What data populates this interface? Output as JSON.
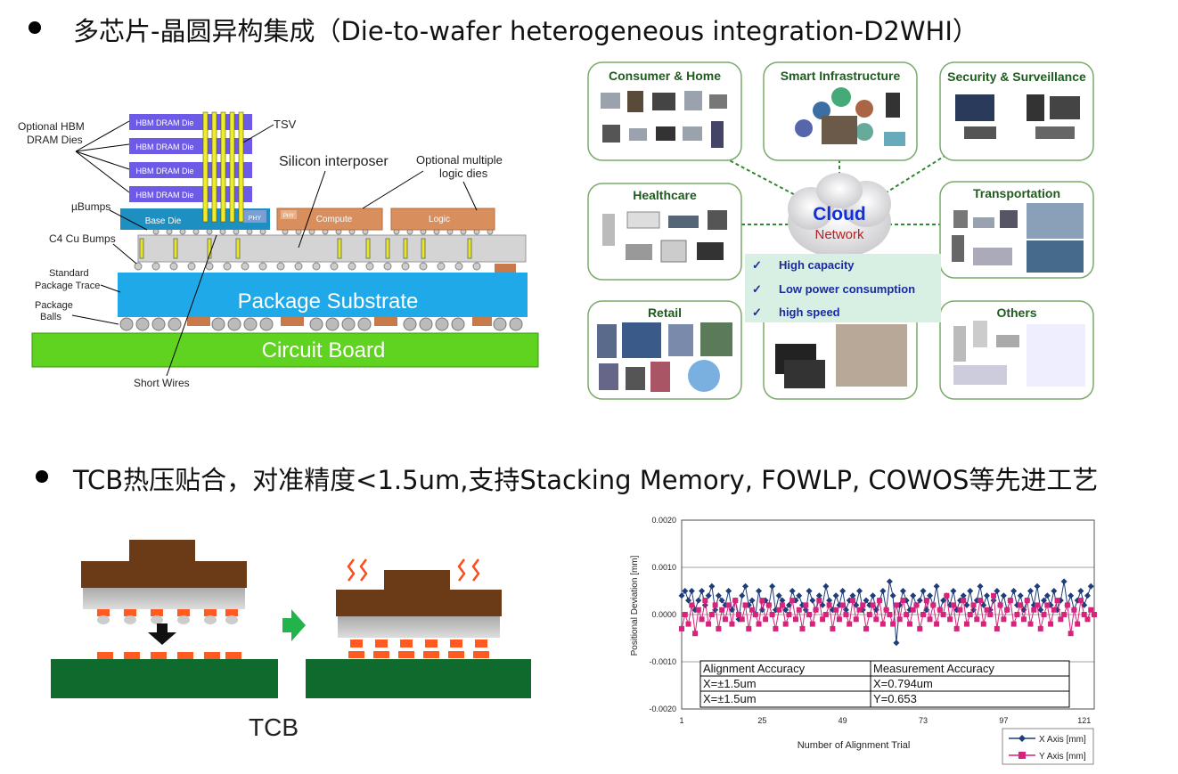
{
  "heading1": "多芯片-晶圆异构集成（Die-to-wafer heterogeneous integration-D2WHI）",
  "heading2": "TCB热压贴合，对准精度<1.5um,支持Stacking Memory, FOWLP, COWOS等先进工艺",
  "package_diagram": {
    "labels": {
      "hbm_optional": [
        "Optional HBM",
        "DRAM Dies"
      ],
      "tsv": "TSV",
      "silicon_interposer": "Silicon interposer",
      "logic_optional": [
        "Optional multiple",
        "logic dies"
      ],
      "ubumps": "µBumps",
      "c4": "C4 Cu Bumps",
      "trace": [
        "Standard",
        "Package Trace"
      ],
      "balls": [
        "Package",
        "Balls"
      ],
      "short_wires": "Short Wires"
    },
    "hbm_die": "HBM DRAM Die",
    "base_die": "Base Die",
    "phy": "PHY",
    "compute": "Compute",
    "logic": "Logic",
    "substrate": "Package Substrate",
    "board": "Circuit Board"
  },
  "apps": {
    "cloud": "Cloud",
    "network": "Network",
    "boxes": [
      "Consumer & Home",
      "Smart Infrastructure",
      "Security & Surveillance",
      "Healthcare",
      "Transportation",
      "Retail",
      "Others"
    ],
    "features": [
      "High capacity",
      "Low power consumption",
      "high speed"
    ]
  },
  "tcb": {
    "label": "TCB"
  },
  "chart_data": {
    "type": "line",
    "xlabel": "Number of  Alignment Trial",
    "ylabel": "Positional Deviation [mm]",
    "xticks": [
      "1",
      "25",
      "49",
      "73",
      "97",
      "121"
    ],
    "yticks": [
      "0.0020",
      "0.0010",
      "0.0000",
      "-0.0010",
      "-0.0020"
    ],
    "xlim": [
      1,
      124
    ],
    "ylim": [
      -0.002,
      0.002
    ],
    "series": [
      {
        "name": "X Axis [mm]",
        "color": "#1f3d7a",
        "values": [
          0.0004,
          0.0005,
          0.0003,
          0.0005,
          0.0001,
          0.0003,
          0.0005,
          0.0002,
          0.0004,
          0.0006,
          0.0001,
          0.0004,
          0.0003,
          0.0002,
          0.0005,
          0.0001,
          0.0003,
          -0.0001,
          0.0004,
          0.0006,
          0.0002,
          0.0003,
          0.0,
          0.0005,
          0.0001,
          0.0003,
          0.0002,
          0.0006,
          0.0001,
          0.0004,
          0.0003,
          0.0001,
          0.0002,
          0.0005,
          0.0003,
          0.0004,
          0.0002,
          0.0001,
          0.0005,
          0.0003,
          0.0001,
          0.0004,
          0.0002,
          0.0006,
          0.0003,
          0.0001,
          0.0004,
          0.0002,
          0.0005,
          0.0001,
          0.0003,
          0.0004,
          0.0002,
          0.0005,
          0.0001,
          0.0003,
          0.0002,
          0.0004,
          0.0001,
          0.0003,
          0.0005,
          0.0001,
          0.0007,
          0.0004,
          -0.0006,
          0.0002,
          0.0005,
          0.0003,
          0.0001,
          0.0004,
          0.0002,
          0.0003,
          0.0005,
          0.0001,
          0.0004,
          0.0002,
          0.0006,
          0.0001,
          0.0003,
          0.0004,
          0.0002,
          0.0005,
          0.0001,
          0.0003,
          0.0004,
          0.0002,
          0.0005,
          0.0001,
          0.0003,
          0.0006,
          0.0002,
          0.0004,
          0.0001,
          0.0003,
          0.0005,
          0.0002,
          0.0004,
          0.0001,
          0.0003,
          0.0005,
          0.0002,
          0.0004,
          0.0001,
          0.0003,
          0.0005,
          0.0002,
          0.0006,
          0.0001,
          0.0003,
          0.0004,
          0.0002,
          0.0005,
          0.0001,
          0.0003,
          0.0007,
          0.0002,
          0.0004,
          0.0001,
          0.0003,
          0.0005,
          0.0002,
          0.0004,
          0.0006
        ]
      },
      {
        "name": "Y Axis [mm]",
        "color": "#d6247a",
        "values": [
          -0.0003,
          0.0,
          -0.0002,
          0.0002,
          -0.0004,
          0.0001,
          -0.0001,
          0.0003,
          -0.0002,
          0.0,
          0.0002,
          -0.0003,
          0.0001,
          -0.0001,
          0.0002,
          -0.0002,
          0.0003,
          0.0,
          -0.0001,
          0.0002,
          -0.0003,
          0.0001,
          0.0,
          -0.0002,
          0.0003,
          -0.0001,
          0.0002,
          0.0,
          -0.0003,
          0.0001,
          0.0002,
          -0.0002,
          0.0,
          0.0003,
          -0.0001,
          0.0001,
          -0.0003,
          0.0002,
          0.0,
          -0.0002,
          0.0001,
          0.0003,
          -0.0001,
          0.0,
          0.0002,
          -0.0003,
          0.0001,
          -0.0001,
          0.0002,
          0.0,
          -0.0002,
          0.0003,
          -0.0001,
          0.0001,
          0.0002,
          -0.0003,
          0.0,
          0.0002,
          -0.0001,
          0.0003,
          -0.0002,
          0.0001,
          0.0,
          -0.0002,
          0.0002,
          -0.0001,
          0.0003,
          0.0,
          -0.0002,
          0.0001,
          0.0002,
          -0.0003,
          0.0,
          0.0003,
          -0.0001,
          0.0002,
          -0.0002,
          0.0001,
          0.0,
          0.0004,
          -0.0001,
          0.0002,
          -0.0003,
          0.0001,
          0.0003,
          -0.0002,
          0.0,
          0.0002,
          -0.0001,
          0.0003,
          -0.0002,
          0.0001,
          0.0,
          0.0004,
          -0.0003,
          0.0002,
          -0.0001,
          0.0001,
          0.0003,
          -0.0002,
          0.0,
          0.0002,
          -0.0001,
          0.0003,
          -0.0002,
          0.0001,
          0.0002,
          -0.0003,
          0.0,
          0.0002,
          -0.0002,
          0.0001,
          0.0003,
          -0.0001,
          0.0,
          0.0002,
          -0.0004,
          0.0001,
          -0.0002,
          0.0003,
          0.0,
          -0.0001,
          0.0001,
          0.0
        ]
      }
    ],
    "table": {
      "headers": [
        "Alignment Accuracy",
        "Measurement Accuracy"
      ],
      "rows": [
        [
          "X=±1.5um",
          "X=0.794um"
        ],
        [
          "X=±1.5um",
          "Y=0.653"
        ]
      ]
    }
  }
}
